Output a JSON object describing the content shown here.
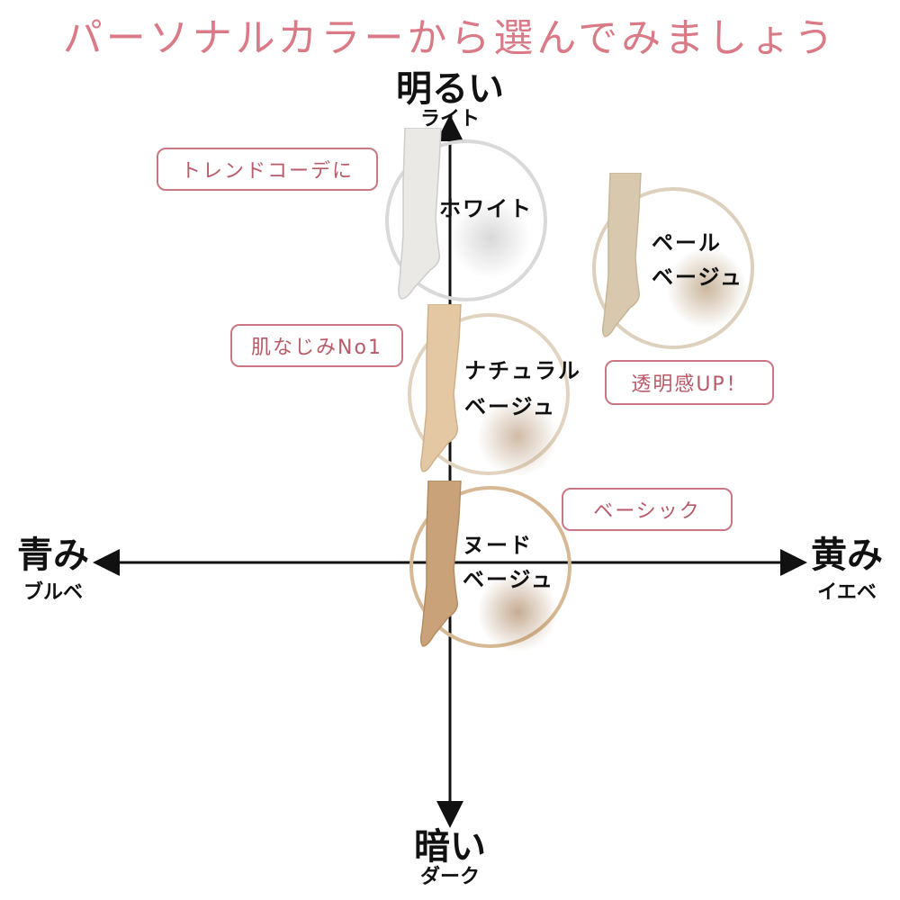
{
  "title": "パーソナルカラーから選んでみましょう",
  "axes": {
    "top": {
      "main": "明るい",
      "sub": "ライト"
    },
    "bottom": {
      "main": "暗い",
      "sub": "ダーク"
    },
    "left": {
      "main": "青み",
      "sub": "ブルベ"
    },
    "right": {
      "main": "黄み",
      "sub": "イエベ"
    }
  },
  "samples": [
    {
      "name": "ホワイト",
      "label_lines": [
        "ホワイト"
      ],
      "color": "#ebe9e6",
      "ring_color": "#d9d9d9"
    },
    {
      "name": "ペールベージュ",
      "label_lines": [
        "ペール",
        "ベージュ"
      ],
      "color": "#d8c8ad",
      "ring_color": "#ddd0bd"
    },
    {
      "name": "ナチュラルベージュ",
      "label_lines": [
        "ナチュラル",
        "ベージュ"
      ],
      "color": "#e3c8a3",
      "ring_color": "#e1d3bf"
    },
    {
      "name": "ヌードベージュ",
      "label_lines": [
        "ヌード",
        "ベージュ"
      ],
      "color": "#c9a27a",
      "ring_color": "#d6b994"
    }
  ],
  "callouts": {
    "trend": "トレンドコーデに",
    "skin": "肌なじみNo1",
    "clear": "透明感UP！",
    "basic": "ベーシック"
  }
}
